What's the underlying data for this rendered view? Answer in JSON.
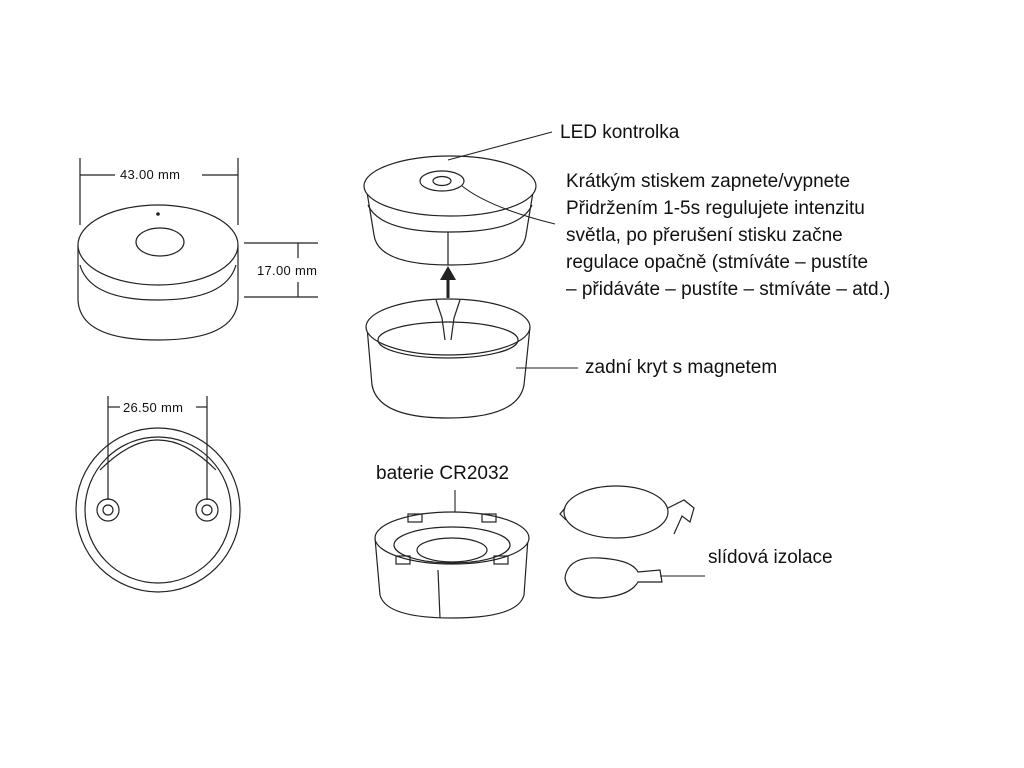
{
  "dimensions": {
    "width": "43.00 mm",
    "height": "17.00 mm",
    "magnet_spacing": "26.50 mm"
  },
  "labels": {
    "led": "LED kontrolka",
    "instructions": [
      "Krátkým stiskem zapnete/vypnete",
      "Přidržením 1-5s regulujete intenzitu",
      "světla, po přerušení stisku začne",
      "regulace opačně (stmíváte – pustíte",
      "– přidáváte – pustíte – stmíváte – atd.)"
    ],
    "back_cover": "zadní kryt s magnetem",
    "battery": "baterie CR2032",
    "insulation": "slídová izolace"
  },
  "colors": {
    "stroke": "#222222",
    "text": "#111111"
  },
  "icons": [
    "up-arrow-icon"
  ]
}
